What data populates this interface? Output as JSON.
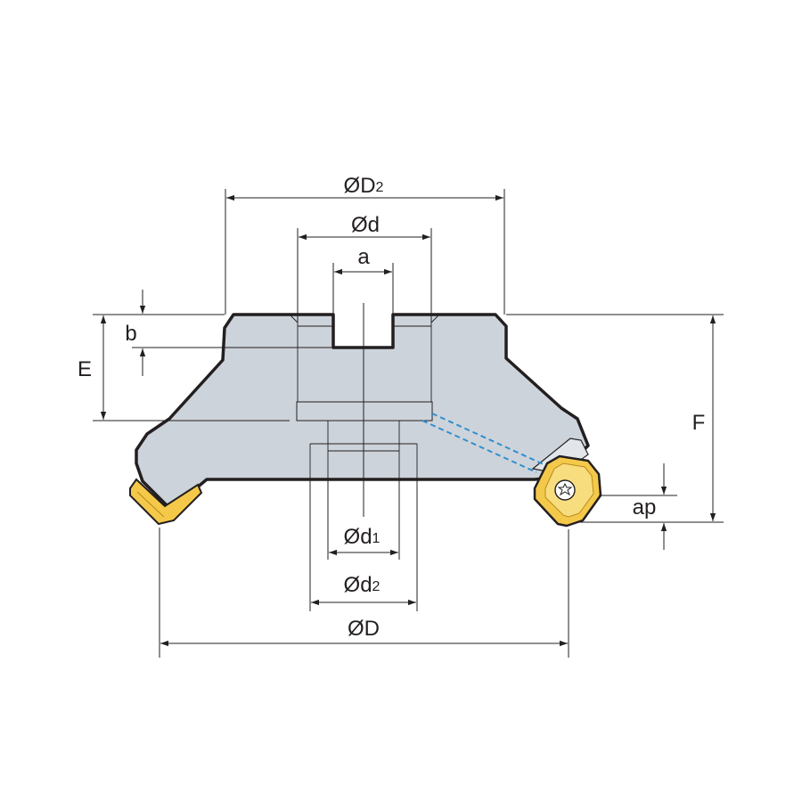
{
  "labels": {
    "D2": {
      "main": "ØD",
      "sub": "2"
    },
    "d": {
      "main": "Ød"
    },
    "a": {
      "main": "a"
    },
    "b": {
      "main": "b"
    },
    "E": {
      "main": "E"
    },
    "F": {
      "main": "F"
    },
    "ap": {
      "main": "ap"
    },
    "d1": {
      "main": "Ød",
      "sub": "1"
    },
    "d2": {
      "main": "Ød",
      "sub": "2"
    },
    "D": {
      "main": "ØD"
    }
  },
  "colors": {
    "body": "#cdd3da",
    "outline": "#231f20",
    "insert": "#f4c94a",
    "insert_dark": "#b88a1c",
    "coolant": "#2e8fd0"
  }
}
